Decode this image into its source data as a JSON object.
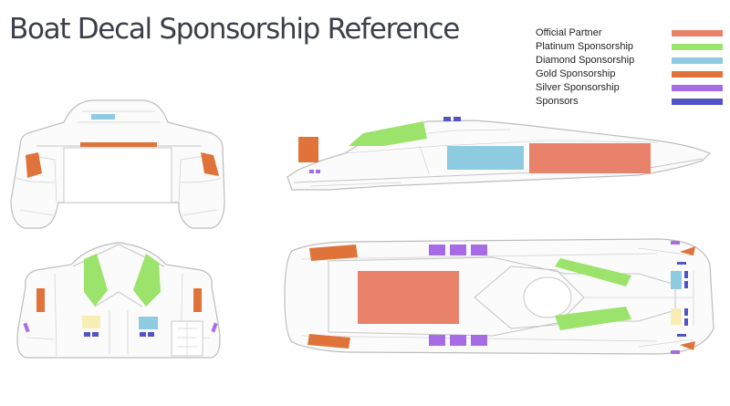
{
  "title": "Boat Decal Sponsorship Reference",
  "legend": [
    {
      "key": "official",
      "label": "Official Partner",
      "color": "#e8826b"
    },
    {
      "key": "platinum",
      "label": "Platinum Sponsorship",
      "color": "#9be36b"
    },
    {
      "key": "diamond",
      "label": "Diamond Sponsorship",
      "color": "#8fcbe0"
    },
    {
      "key": "gold",
      "label": "Gold Sponsorship",
      "color": "#e0733a"
    },
    {
      "key": "silver",
      "label": "Silver Sponsorship",
      "color": "#a86be6"
    },
    {
      "key": "sponsors",
      "label": "Sponsors",
      "color": "#5253c6"
    }
  ],
  "colors": {
    "official": "#e8826b",
    "platinum": "#9be36b",
    "diamond": "#8fcbe0",
    "gold": "#e0733a",
    "silver": "#a86be6",
    "sponsors": "#5253c6",
    "yellow": "#f7eeb6"
  },
  "views": [
    "rear-view",
    "side-view",
    "front-view",
    "top-view"
  ]
}
